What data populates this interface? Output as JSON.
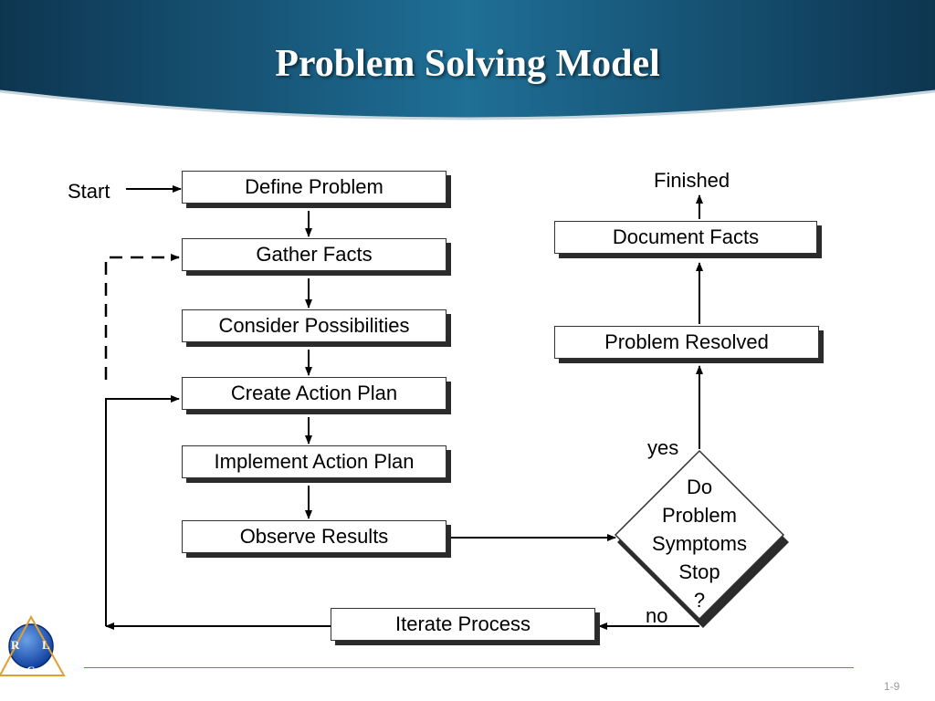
{
  "title": "Problem Solving Model",
  "labels": {
    "start": "Start",
    "finished": "Finished",
    "yes": "yes",
    "no": "no"
  },
  "steps": {
    "define_problem": "Define Problem",
    "gather_facts": "Gather Facts",
    "consider_possibilities": "Consider Possibilities",
    "create_action_plan": "Create Action Plan",
    "implement_action_plan": "Implement Action Plan",
    "observe_results": "Observe Results",
    "iterate_process": "Iterate Process",
    "problem_resolved": "Problem Resolved",
    "document_facts": "Document Facts"
  },
  "decision": {
    "line1": "Do",
    "line2": "Problem",
    "line3": "Symptoms",
    "line4": "Stop",
    "line5": "?"
  },
  "logo": {
    "r": "R",
    "l": "L",
    "c": "C"
  },
  "page_number": "1-9",
  "colors": {
    "banner_dark": "#0d3550",
    "banner_mid": "#1f6f96",
    "shadow": "#2b2b2b",
    "footer_rule": "#e05050"
  }
}
